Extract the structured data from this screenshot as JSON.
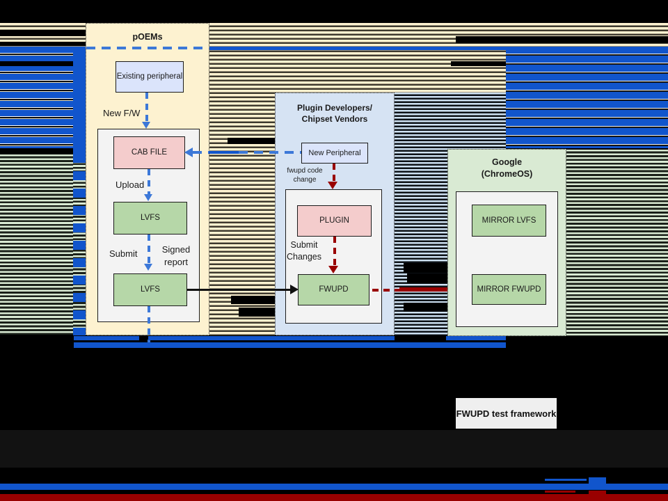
{
  "colors": {
    "blue_bar": "#1155cc",
    "arrow_blue": "#3c78d8",
    "arrow_red": "#990000",
    "arrow_black": "#111111",
    "cream_container": "#fdf2d0",
    "blue_container": "#d6e3f3",
    "green_container": "#d9ead3",
    "node_pink": "#f4cccc",
    "node_green": "#b6d7a8",
    "node_periwinkle": "#dbe4fb",
    "inner_gray": "#f3f3f3",
    "light_blue_stripe": "#cfe2f3",
    "footer_box": "#efefef"
  },
  "poems": {
    "title": "pOEMs",
    "existing_peripheral": "Existing peripheral",
    "new_fw_label": "New F/W",
    "cab_file": "CAB FILE",
    "upload_label": "Upload",
    "lvfs_top": "LVFS",
    "submit_label": "Submit",
    "signed_report_label": "Signed report",
    "lvfs_bottom": "LVFS"
  },
  "plugin": {
    "title_line1": "Plugin Developers/",
    "title_line2": "Chipset Vendors",
    "new_peripheral": "New Peripheral",
    "fwupd_code_change_label": "fwupd code change",
    "plugin_node": "PLUGIN",
    "submit_changes_label": "Submit Changes",
    "fwupd_node": "FWUPD"
  },
  "google": {
    "title_line1": "Google",
    "title_line2": "(ChromeOS)",
    "mirror_lvfs": "MIRROR LVFS",
    "mirror_fwupd": "MIRROR FWUPD"
  },
  "footer": {
    "fwupd_test_framework": "FWUPD test framework"
  }
}
